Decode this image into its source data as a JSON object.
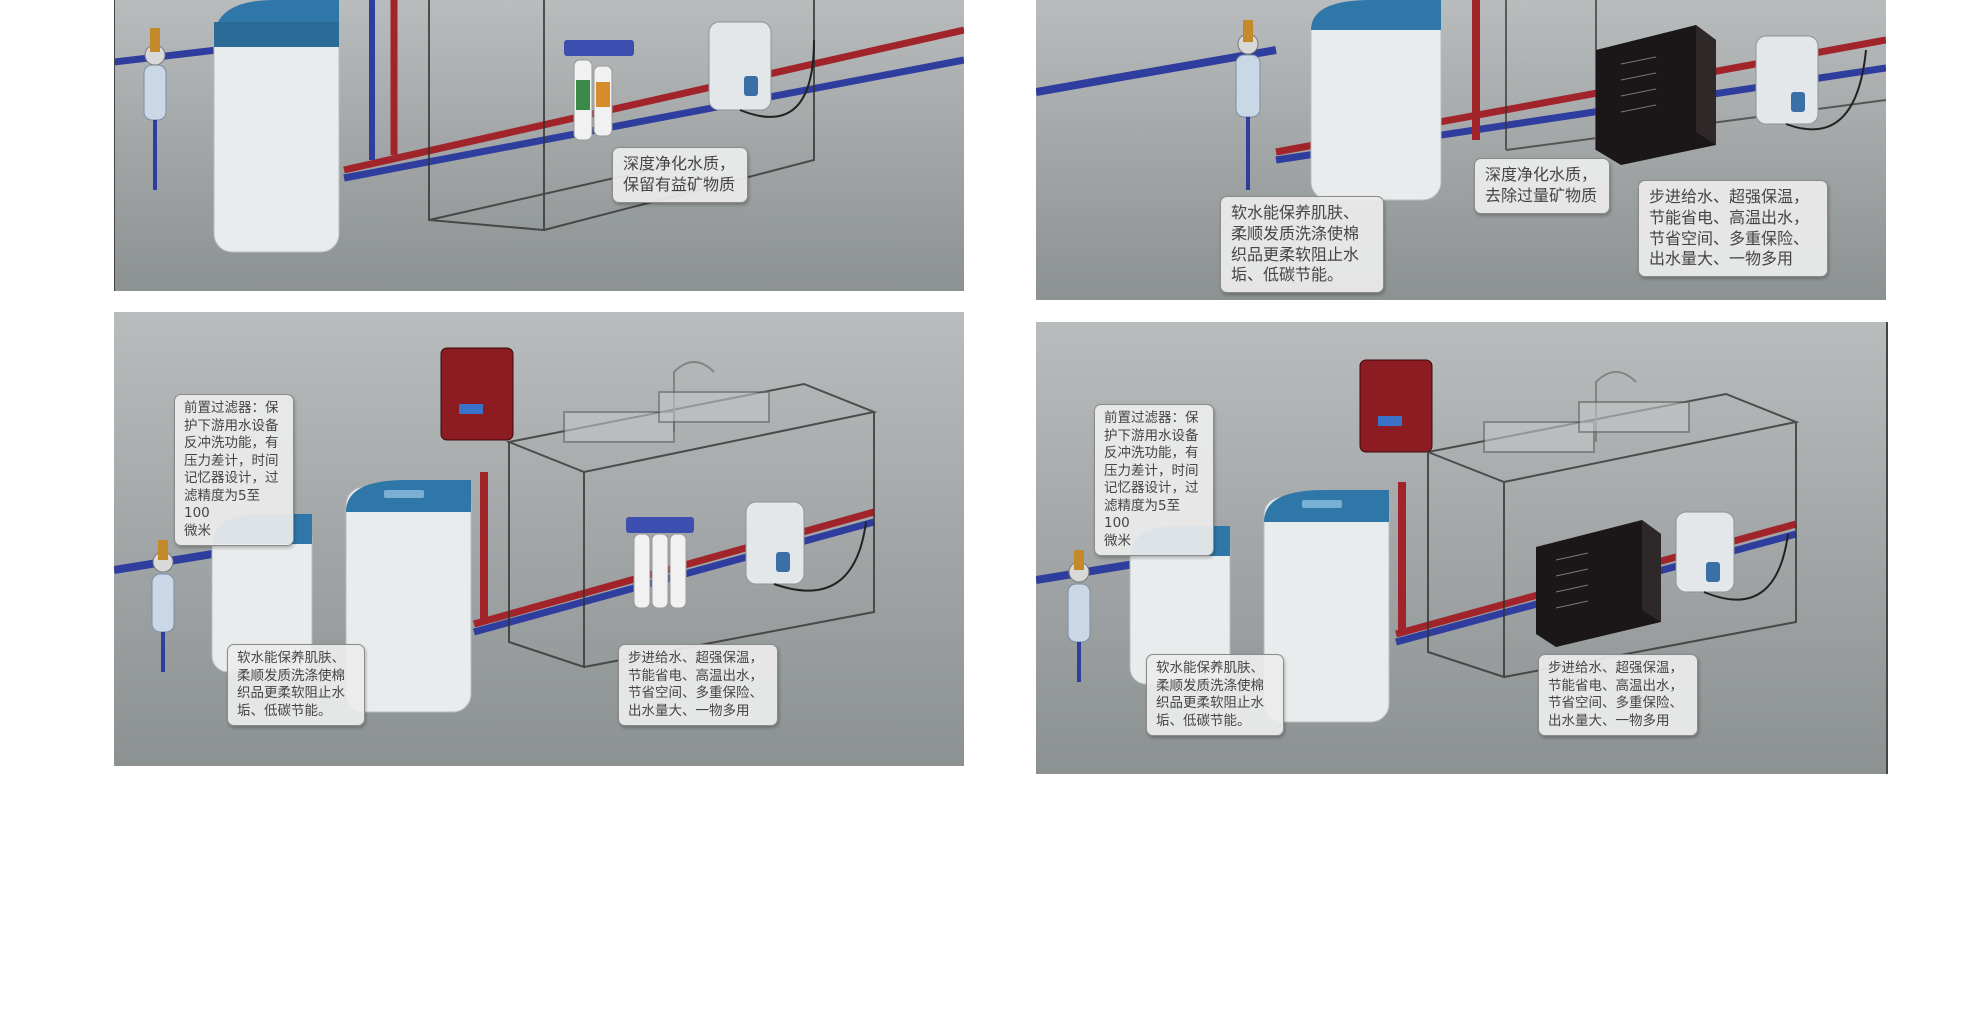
{
  "colors": {
    "background": "#ffffff",
    "panel_top": "#b9bcbd",
    "panel_bottom": "#8c9192",
    "cold_pipe": "#2f3e9e",
    "hot_pipe": "#a1242b",
    "softener_cap": "#2f77a8",
    "softener_body": "#e9eced",
    "heater_red": "#8c1c22",
    "purifier_black": "#1b1718",
    "callout_bg": "#ececec",
    "callout_text": "#454545"
  },
  "panels": [
    {
      "name": "top-left",
      "callouts": {
        "purify": "深度净化水质，\n保留有益矿物质"
      }
    },
    {
      "name": "top-right",
      "callouts": {
        "softener": "软水能保养肌肤、\n柔顺发质洗涤使棉\n织品更柔软阻止水\n垢、低碳节能。",
        "purify": "深度净化水质，\n去除过量矿物质",
        "heater": "步进给水、超强保温，\n节能省电、高温出水，\n节省空间、多重保险、\n出水量大、一物多用"
      }
    },
    {
      "name": "bottom-left",
      "callouts": {
        "prefilter": "前置过滤器：保\n护下游用水设备\n反冲洗功能，有\n压力差计，时间\n记忆器设计，过\n滤精度为5至100\n微米",
        "softener": "软水能保养肌肤、\n柔顺发质洗涤使棉\n织品更柔软阻止水\n垢、低碳节能。",
        "heater": "步进给水、超强保温，\n节能省电、高温出水，\n节省空间、多重保险、\n出水量大、一物多用"
      }
    },
    {
      "name": "bottom-right",
      "callouts": {
        "prefilter": "前置过滤器：保\n护下游用水设备\n反冲洗功能，有\n压力差计，时间\n记忆器设计，过\n滤精度为5至100\n微米",
        "softener": "软水能保养肌肤、\n柔顺发质洗涤使棉\n织品更柔软阻止水\n垢、低碳节能。",
        "heater": "步进给水、超强保温，\n节能省电、高温出水，\n节省空间、多重保险、\n出水量大、一物多用"
      }
    }
  ]
}
